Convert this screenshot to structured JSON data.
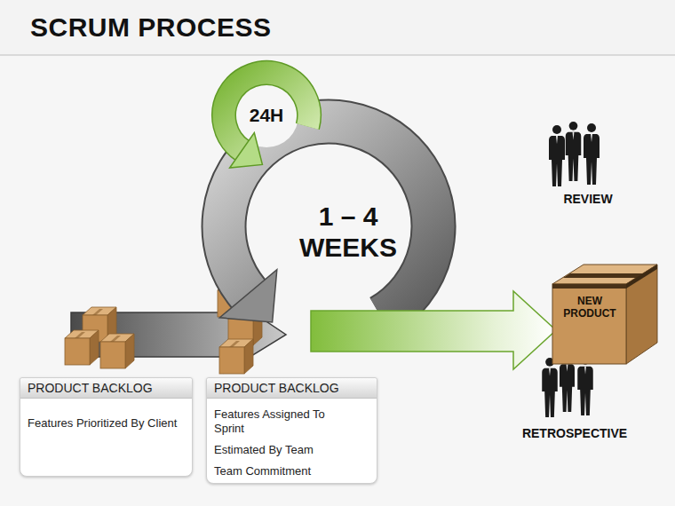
{
  "diagram": {
    "title": "SCRUM PROCESS",
    "nodes": [
      {
        "text": [
          "PRODUCT BACKLOG",
          "Features Prioritized By Client"
        ]
      },
      {
        "text": [
          "PRODUCT BACKLOG",
          "Features Assigned To Sprint",
          "Estimated By Team",
          "Team Commitment"
        ]
      },
      {
        "text": [
          "NEW PRODUCT"
        ]
      }
    ],
    "labels": [
      "24H",
      "1 – 4 WEEKS",
      "REVIEW",
      "RETROSPECTIVE"
    ]
  }
}
